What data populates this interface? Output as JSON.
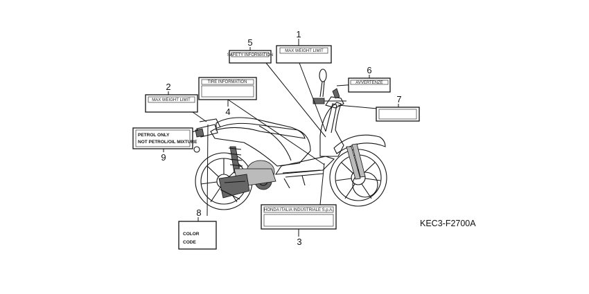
{
  "diagram_code": "KEC3-F2700A",
  "callouts": [
    {
      "number": "1",
      "label": "MAX WEIGHT LIMIT"
    },
    {
      "number": "2",
      "label": "MAX WEIGHT LIMIT"
    },
    {
      "number": "3",
      "label": "HONDA ITALIA INDUSTRIALE S.p.A."
    },
    {
      "number": "4",
      "label": "TIRE INFORMATION"
    },
    {
      "number": "5",
      "label": "SAFETY INFORMATION"
    },
    {
      "number": "6",
      "label": "AVVERTENZE"
    },
    {
      "number": "7",
      "label": ""
    },
    {
      "number": "8",
      "label_line1": "COLOR",
      "label_line2": "CODE"
    },
    {
      "number": "9",
      "label_line1": "PETROL ONLY",
      "label_line2": "NOT PETROL/OIL MIXTURE"
    }
  ]
}
